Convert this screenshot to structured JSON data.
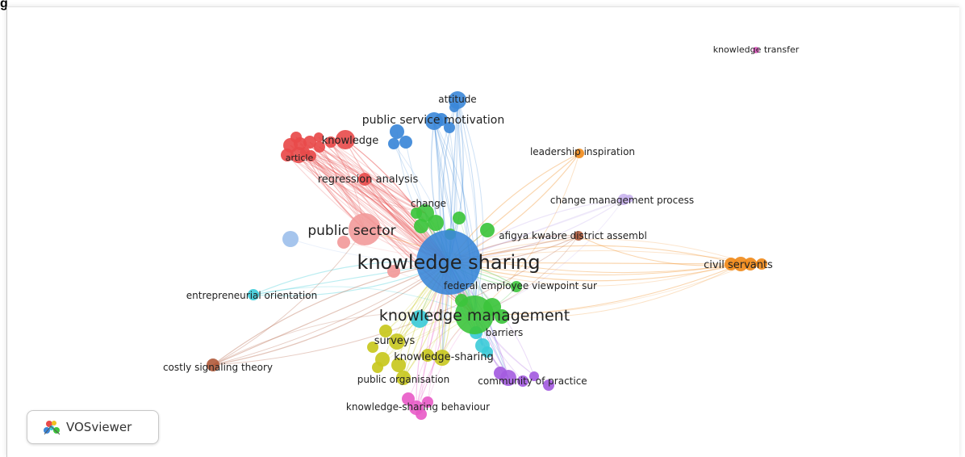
{
  "figure_label": "g",
  "software_badge": {
    "text": "VOSviewer",
    "icon": "vosviewer-logo-icon"
  },
  "colors": {
    "red": "#e84a4a",
    "blue": "#3b87d8",
    "green": "#3cc43c",
    "cyan": "#3ccbd8",
    "yellow": "#c8c81e",
    "purple": "#a45ce0",
    "orange": "#f08a1a",
    "pink": "#e85cc8",
    "brown": "#b05a3a",
    "lightblue": "#9ec0ec",
    "salmon": "#f29a9a",
    "lavender": "#c9b4ee"
  },
  "terms": [
    {
      "id": "knowledge-sharing",
      "label": "knowledge sharing",
      "cluster": "blue"
    },
    {
      "id": "knowledge-management",
      "label": "knowledge management",
      "cluster": "green"
    },
    {
      "id": "public-sector",
      "label": "public sector",
      "cluster": "salmon"
    },
    {
      "id": "public-service-motivation",
      "label": "public service motivation",
      "cluster": "blue"
    },
    {
      "id": "attitude",
      "label": "attitude",
      "cluster": "blue"
    },
    {
      "id": "knowledge",
      "label": "knowledge",
      "cluster": "red"
    },
    {
      "id": "article",
      "label": "article",
      "cluster": "red"
    },
    {
      "id": "regression-analysis",
      "label": "regression analysis",
      "cluster": "red"
    },
    {
      "id": "change",
      "label": "change",
      "cluster": "green"
    },
    {
      "id": "leadership-inspiration",
      "label": "leadership inspiration",
      "cluster": "orange"
    },
    {
      "id": "change-management-process",
      "label": "change management process",
      "cluster": "lavender"
    },
    {
      "id": "afigya-kwabre",
      "label": "afigya kwabre district assembl",
      "cluster": "brown"
    },
    {
      "id": "civil-servants",
      "label": "civil servants",
      "cluster": "orange"
    },
    {
      "id": "federal-employee",
      "label": "federal employee viewpoint sur",
      "cluster": "green"
    },
    {
      "id": "entrepreneurial-orientation",
      "label": "entrepreneurial orientation",
      "cluster": "cyan"
    },
    {
      "id": "barriers",
      "label": "barriers",
      "cluster": "cyan"
    },
    {
      "id": "surveys",
      "label": "surveys",
      "cluster": "yellow"
    },
    {
      "id": "knowledge-sharing-hyphen",
      "label": "knowledge-sharing",
      "cluster": "yellow"
    },
    {
      "id": "costly-signaling-theory",
      "label": "costly signaling theory",
      "cluster": "brown"
    },
    {
      "id": "public-organisation",
      "label": "public organisation",
      "cluster": "yellow"
    },
    {
      "id": "community-of-practice",
      "label": "community of practice",
      "cluster": "purple"
    },
    {
      "id": "knowledge-sharing-behaviour",
      "label": "knowledge-sharing behaviour",
      "cluster": "pink"
    },
    {
      "id": "knowledge-transfer",
      "label": "knowledge transfer",
      "cluster": "pink"
    }
  ]
}
